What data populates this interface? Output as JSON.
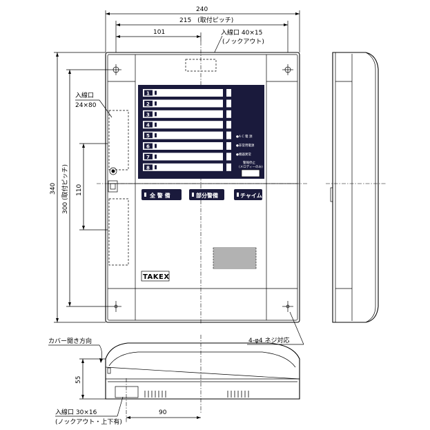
{
  "dimensions": {
    "width_total": "240",
    "pitch_horizontal": "215　(取付ピッチ)",
    "offset_101": "101",
    "height_total": "340",
    "pitch_vertical": "300 (取付ピッチ)",
    "spacing_110": "110",
    "depth_55": "55",
    "offset_90": "90"
  },
  "callouts": {
    "entry_top_line1": "入線口 40×15",
    "entry_top_line2": "(ノックアウト)",
    "entry_side_line1": "入線口",
    "entry_side_line2": "24×80",
    "cover_open_direction": "カバー開き方向",
    "screw_note": "4-φ4 ネジ対応",
    "entry_bottom_line1": "入線口 30×16",
    "entry_bottom_line2": "(ノックアウト・上下有)"
  },
  "panel": {
    "zones": [
      "1",
      "2",
      "3",
      "4",
      "5",
      "6",
      "7",
      "8"
    ],
    "indicators": [
      "●A C 電 源",
      "●非常用電源",
      "●機器異常"
    ],
    "stop_label_line1": "警報停止",
    "stop_label_line2": "(メロディーのみ)",
    "buttons": [
      "全 警 備",
      "部分警備",
      "チャイム"
    ],
    "brand": "TAKEX"
  }
}
